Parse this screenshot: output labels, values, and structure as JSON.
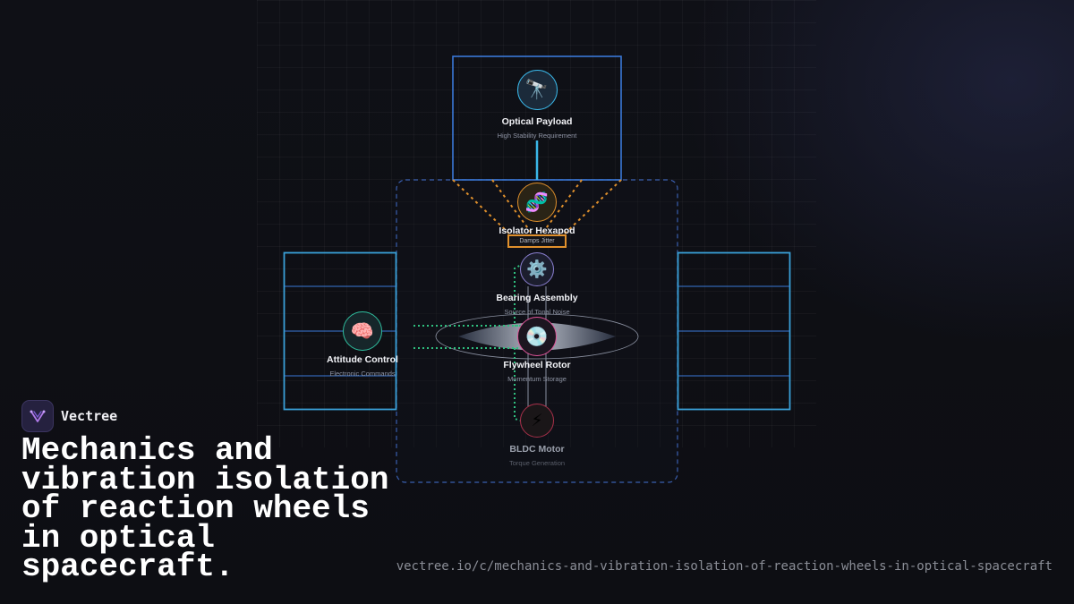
{
  "brand": {
    "name": "Vectree",
    "icon": "vectree-logo-icon"
  },
  "headline": "Mechanics and vibration isolation of reaction wheels in optical spacecraft.",
  "url": "vectree.io/c/mechanics-and-vibration-isolation-of-reaction-wheels-in-optical-spacecraft",
  "colors": {
    "background": "#0e0f14",
    "frame_blue": "#3a78d8",
    "panel_cyan": "#3aa0d8",
    "accent_orange": "#e0902c",
    "signal_green": "#2fbf7f",
    "rotor_pink": "#e0559a"
  },
  "nodes": {
    "optical_payload": {
      "title": "Optical Payload",
      "subtitle": "High Stability Requirement",
      "icon": "telescope-icon",
      "glyph": "🔭"
    },
    "isolator_hexapod": {
      "title": "Isolator Hexapod",
      "subtitle": "Damps Jitter",
      "icon": "dna-icon",
      "glyph": "🧬"
    },
    "bearing_assembly": {
      "title": "Bearing Assembly",
      "subtitle": "Source of Tonal Noise",
      "icon": "gear-icon",
      "glyph": "⚙️"
    },
    "flywheel_rotor": {
      "title": "Flywheel Rotor",
      "subtitle": "Momentum Storage",
      "icon": "disc-icon",
      "glyph": "💿"
    },
    "bldc_motor": {
      "title": "BLDC Motor",
      "subtitle": "Torque Generation",
      "icon": "lightning-icon",
      "glyph": "⚡"
    },
    "attitude_control": {
      "title": "Attitude Control",
      "subtitle": "Electronic Commands",
      "icon": "brain-icon",
      "glyph": "🧠"
    }
  }
}
